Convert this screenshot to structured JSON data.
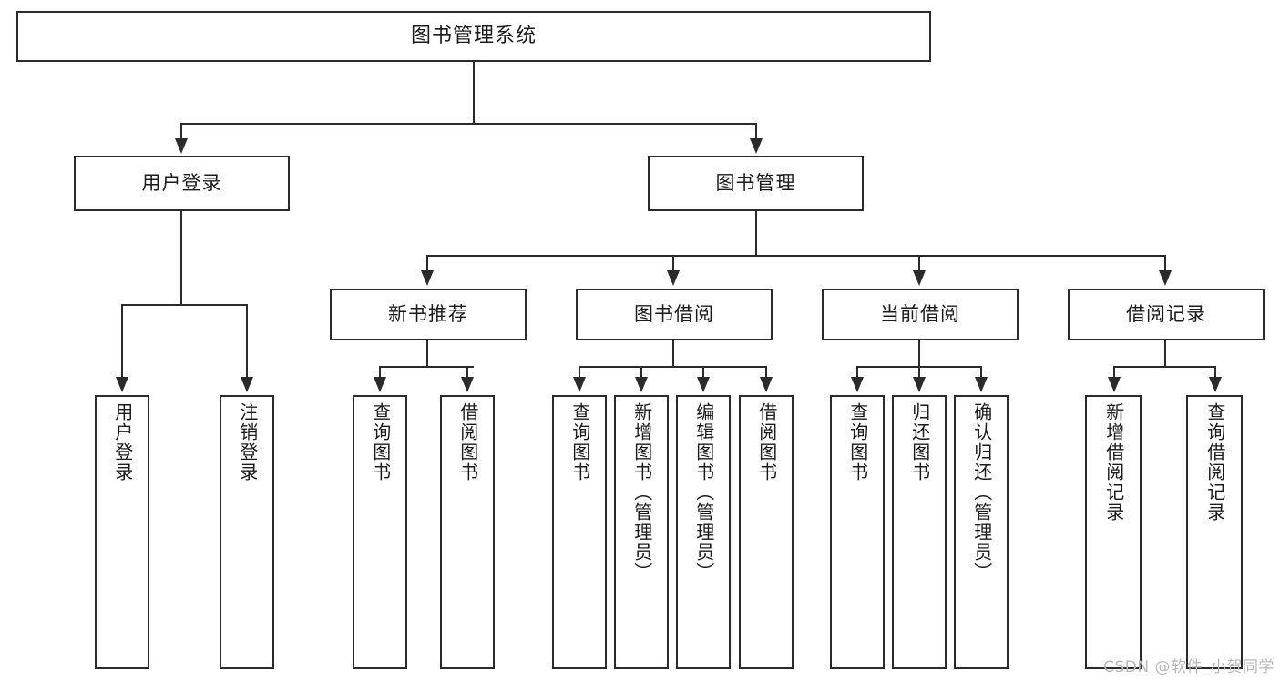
{
  "diagram": {
    "title": "图书管理系统",
    "type": "tree",
    "watermark": "CSDN @软件_小贺同学",
    "watermark_color": "#b9b9b9",
    "line_color": "#2b2b2b",
    "background": "#ffffff",
    "levels": [
      {
        "level": 1,
        "nodes": [
          {
            "id": "root",
            "label": "图书管理系统"
          }
        ]
      },
      {
        "level": 2,
        "nodes": [
          {
            "id": "user-login",
            "label": "用户登录",
            "parent": "root"
          },
          {
            "id": "book-manage",
            "label": "图书管理",
            "parent": "root"
          }
        ]
      },
      {
        "level": 3,
        "nodes": [
          {
            "id": "new-book-rec",
            "label": "新书推荐",
            "parent": "book-manage"
          },
          {
            "id": "book-borrow",
            "label": "图书借阅",
            "parent": "book-manage"
          },
          {
            "id": "current-borrow",
            "label": "当前借阅",
            "parent": "book-manage"
          },
          {
            "id": "borrow-record",
            "label": "借阅记录",
            "parent": "book-manage"
          }
        ]
      },
      {
        "level": 4,
        "nodes": [
          {
            "id": "leaf-user-login",
            "label": "用户登录",
            "parent": "user-login"
          },
          {
            "id": "leaf-user-logout",
            "label": "注销登录",
            "parent": "user-login"
          },
          {
            "id": "leaf-query-book-1",
            "label": "查询图书",
            "parent": "new-book-rec"
          },
          {
            "id": "leaf-borrow-book-1",
            "label": "借阅图书",
            "parent": "new-book-rec"
          },
          {
            "id": "leaf-query-book-2",
            "label": "查询图书",
            "parent": "book-borrow"
          },
          {
            "id": "leaf-add-book",
            "label": "新增图书（管理员）",
            "parent": "book-borrow"
          },
          {
            "id": "leaf-edit-book",
            "label": "编辑图书（管理员）",
            "parent": "book-borrow"
          },
          {
            "id": "leaf-borrow-book-2",
            "label": "借阅图书",
            "parent": "book-borrow"
          },
          {
            "id": "leaf-query-book-3",
            "label": "查询图书",
            "parent": "current-borrow"
          },
          {
            "id": "leaf-return-book",
            "label": "归还图书",
            "parent": "current-borrow"
          },
          {
            "id": "leaf-confirm-return",
            "label": "确认归还（管理员）",
            "parent": "current-borrow"
          },
          {
            "id": "leaf-add-record",
            "label": "新增借阅记录",
            "parent": "borrow-record"
          },
          {
            "id": "leaf-query-record",
            "label": "查询借阅记录",
            "parent": "borrow-record"
          }
        ]
      }
    ]
  }
}
